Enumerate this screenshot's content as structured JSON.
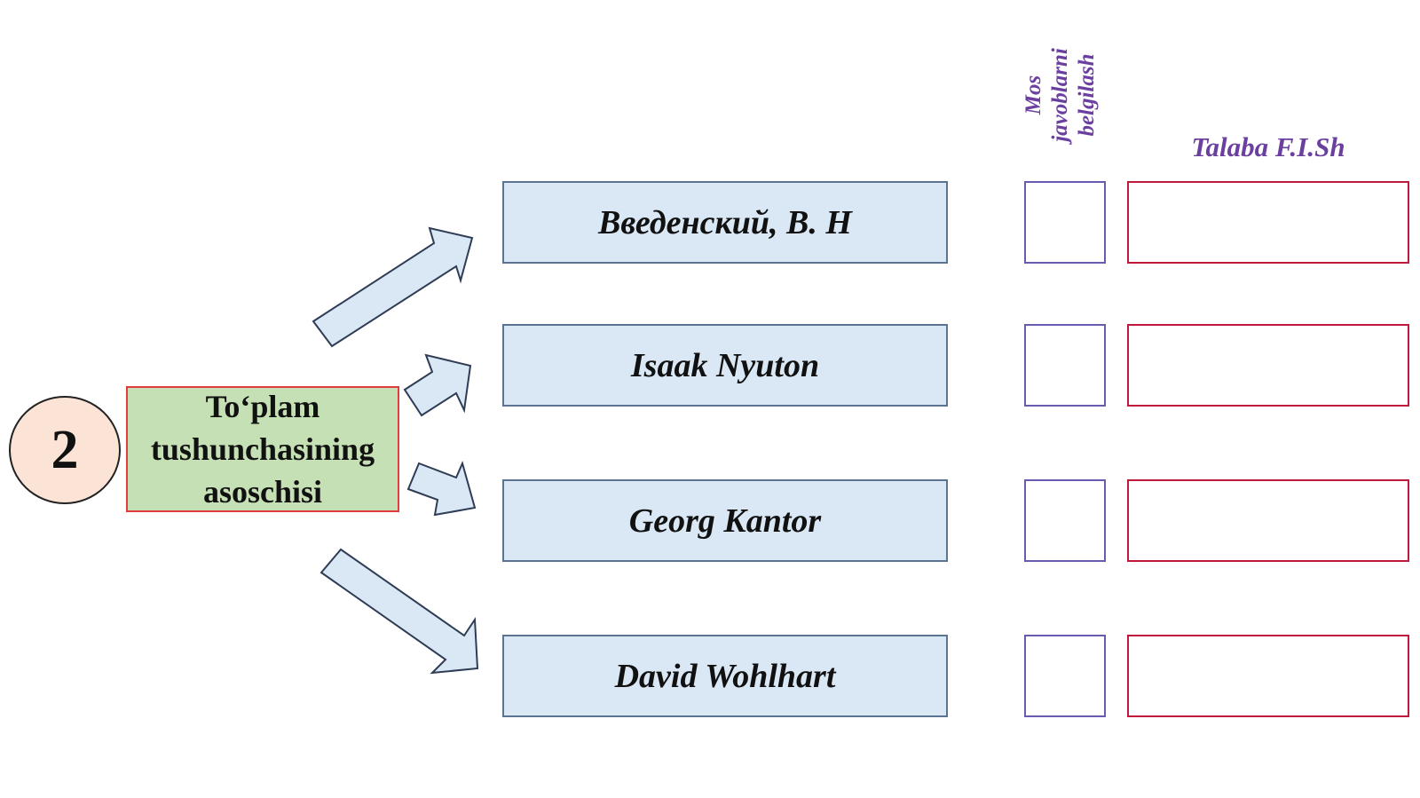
{
  "question": {
    "number": "2",
    "topic": "To‘plam\ntushunchasining\nasoschisi"
  },
  "headers": {
    "mark_answers": "Mos javoblarni\nbelgilash",
    "student_name": "Talaba F.I.Sh"
  },
  "options": [
    "Введенский, В. Н",
    "Isaak Nyuton",
    "Georg Kantor",
    "David Wohlhart"
  ],
  "colors": {
    "answer_fill": "#dae8f5",
    "topic_fill": "#c5e0b4",
    "circle_fill": "#fbe4d5",
    "header_text": "#6b3fa0",
    "name_border": "#c0193c",
    "check_border": "#6a5bb0"
  }
}
